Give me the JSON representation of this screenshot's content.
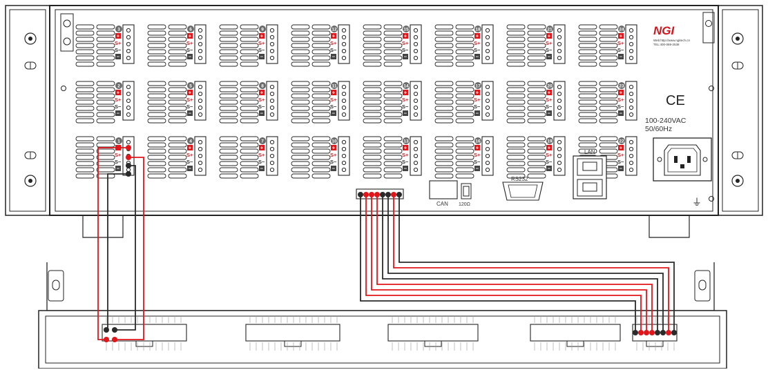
{
  "brand": {
    "logo": "NGI",
    "web_line": "Web:http://www.ngitech.cn",
    "tel_line": "TEL:400-069-2538"
  },
  "panel": {
    "ce_mark": "CE",
    "voltage": "100-240VAC",
    "frequency": "50/60Hz",
    "ground_symbol": "⏚"
  },
  "terminal_labels": [
    "+",
    "S+",
    "S−",
    "−"
  ],
  "channels": {
    "top_row": [
      "3",
      "6",
      "9",
      "12",
      "15",
      "18",
      "21",
      "24"
    ],
    "middle_row": [
      "2",
      "5",
      "8",
      "11",
      "14",
      "17",
      "20",
      "23"
    ],
    "bottom_row": [
      "1",
      "4",
      "7",
      "10",
      "13",
      "16",
      "19",
      "22"
    ]
  },
  "ports": {
    "can": "CAN",
    "termination": "120Ω",
    "rs232": "RS232",
    "lan": "LAN"
  },
  "colors": {
    "red_wire": "#e0161b",
    "black_wire": "#2a2a2a",
    "badge": "#6b6b6b",
    "terminal_red": "#e0161b"
  }
}
